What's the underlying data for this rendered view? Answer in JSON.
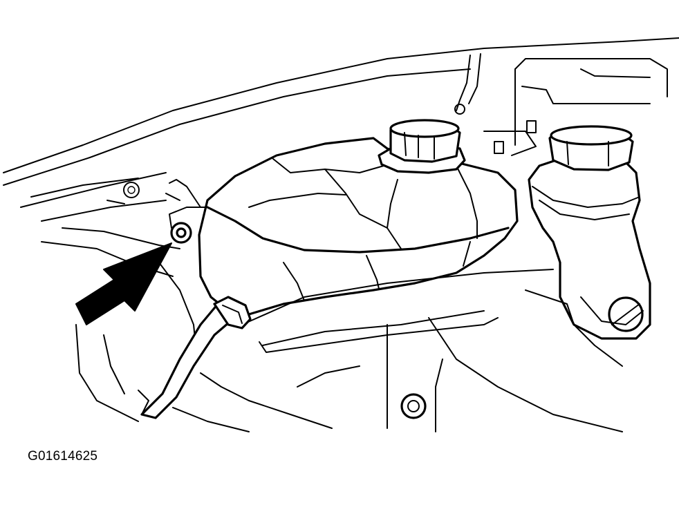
{
  "figure": {
    "code": "G01614625"
  },
  "components": [
    {
      "name": "coolant-expansion-tank"
    },
    {
      "name": "coolant-reservoir-cap"
    },
    {
      "name": "brake-fluid-reservoir"
    },
    {
      "name": "brake-fluid-reservoir-cap"
    },
    {
      "name": "tank-mounting-bolt"
    },
    {
      "name": "coolant-hose"
    },
    {
      "name": "hose-clamp"
    },
    {
      "name": "indicator-arrow"
    }
  ],
  "colors": {
    "line": "#000000",
    "background": "#ffffff"
  }
}
